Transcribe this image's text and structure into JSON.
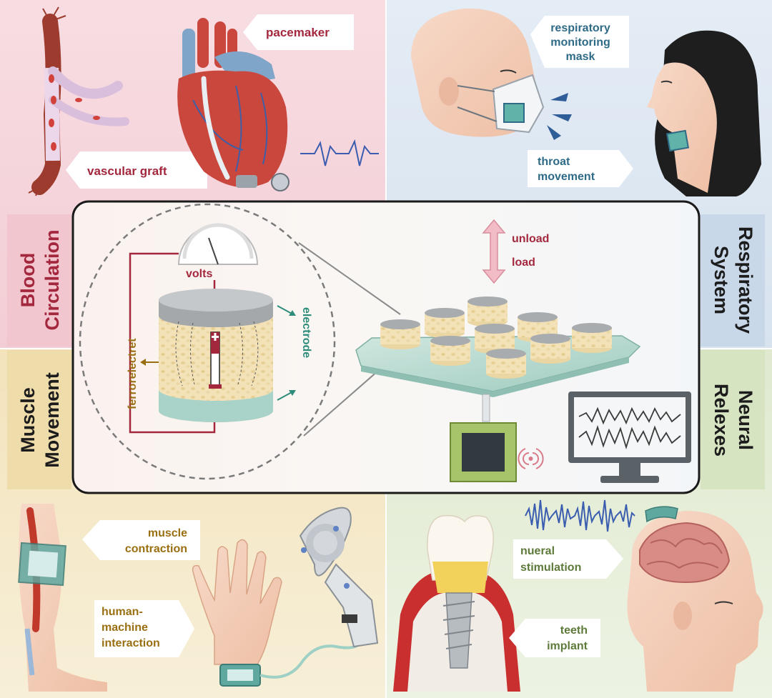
{
  "quadrants": {
    "blood": {
      "title_line1": "Blood",
      "title_line2": "Circulation",
      "tag_pacemaker": "pacemaker",
      "tag_graft": "vascular graft",
      "color": "#f6dce0",
      "text_color": "#a3283e"
    },
    "respiratory": {
      "title_line1": "Respiratory",
      "title_line2": "System",
      "tag_mask_1": "respiratory",
      "tag_mask_2": "monitoring",
      "tag_mask_3": "mask",
      "tag_throat_1": "throat",
      "tag_throat_2": "movement",
      "color": "#e3ebf4",
      "text_color": "#2f6a86"
    },
    "muscle": {
      "title_line1": "Muscle",
      "title_line2": "Movement",
      "tag_muscle_1": "muscle",
      "tag_muscle_2": "contraction",
      "tag_hmi_1": "human-",
      "tag_hmi_2": "machine",
      "tag_hmi_3": "interaction",
      "color": "#f5ecd3",
      "text_color": "#9a6f12"
    },
    "neural": {
      "title_line1": "Neural",
      "title_line2": "Relexes",
      "tag_stim_1": "nueral",
      "tag_stim_2": "stimulation",
      "tag_teeth_1": "teeth",
      "tag_teeth_2": "implant",
      "color": "#e7efd9",
      "text_color": "#5d7a3a"
    }
  },
  "center": {
    "volts": "volts",
    "ferroelectret": "ferrorelectret",
    "electrode": "electrode",
    "unload": "unload",
    "load": "load"
  },
  "icons": [
    "heart-icon",
    "vessel-icon",
    "head-icon",
    "mask-icon",
    "leg-icon",
    "hand-icon",
    "robot-hand-icon",
    "tooth-implant-icon",
    "brain-icon",
    "chip-icon",
    "monitor-icon",
    "voltmeter-icon",
    "ecg-wave-icon",
    "sound-wave-icon",
    "wireless-icon"
  ]
}
